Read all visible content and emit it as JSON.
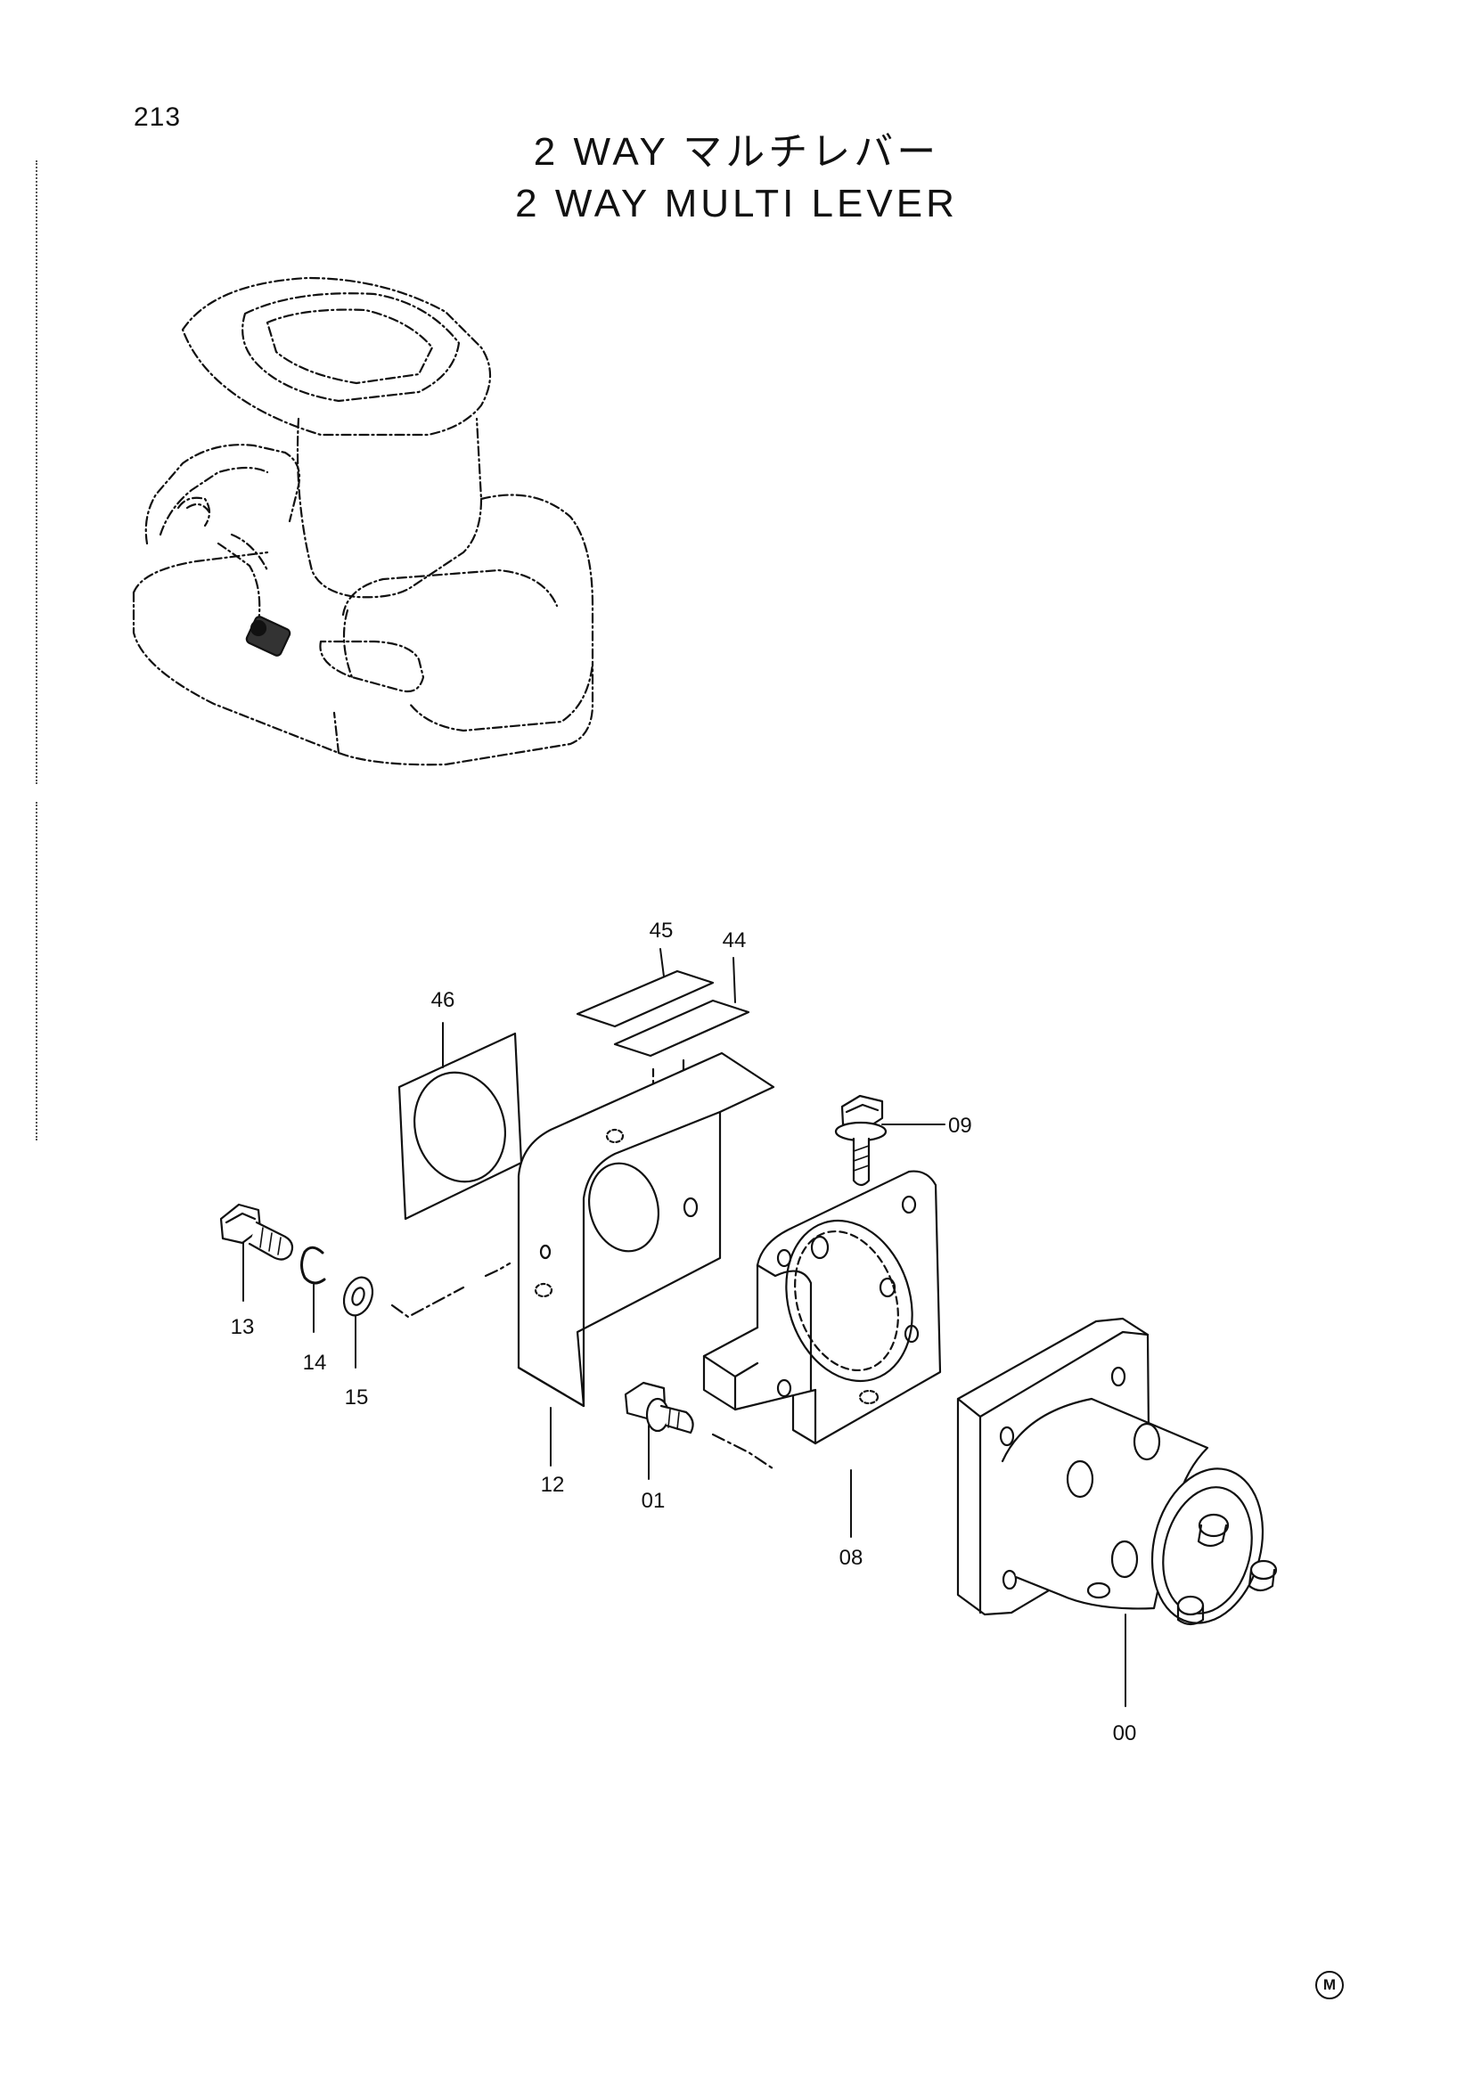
{
  "page_number": "213",
  "title_japanese": "2 WAY マルチレバー",
  "title_english": "2 WAY MULTI LEVER",
  "callouts": {
    "p00": "00",
    "p01": "01",
    "p08": "08",
    "p09": "09",
    "p12": "12",
    "p13": "13",
    "p14": "14",
    "p15": "15",
    "p44": "44",
    "p45": "45",
    "p46": "46"
  },
  "footer_mark": "M"
}
